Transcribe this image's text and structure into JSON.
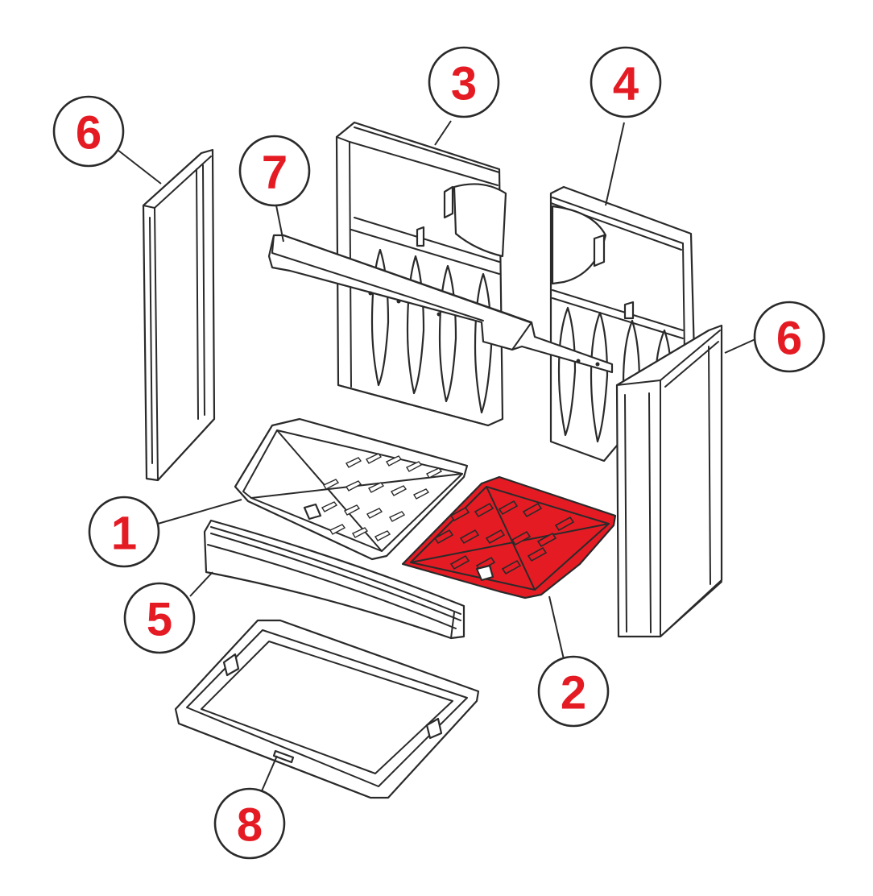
{
  "diagram": {
    "highlight_color": "#e51b24",
    "label_color": "#e51b24",
    "callouts": [
      {
        "id": "left-side-panel",
        "label": "6"
      },
      {
        "id": "rear-panel-left",
        "label": "3"
      },
      {
        "id": "rear-panel-right",
        "label": "4"
      },
      {
        "id": "baffle",
        "label": "7"
      },
      {
        "id": "right-side-panel",
        "label": "6"
      },
      {
        "id": "grate-left",
        "label": "1"
      },
      {
        "id": "grate-right",
        "label": "2"
      },
      {
        "id": "front-lip",
        "label": "5"
      },
      {
        "id": "ash-pan",
        "label": "8"
      }
    ],
    "highlighted_part": "2"
  }
}
